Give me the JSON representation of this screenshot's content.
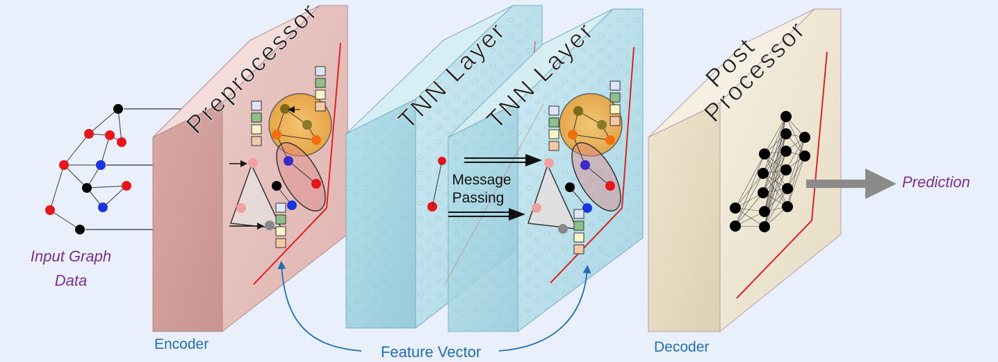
{
  "input_label": [
    "Input Graph",
    "Data"
  ],
  "blocks": {
    "preprocessor": "Preprocessor",
    "tnn1": "TNN Layer",
    "tnn2": "TNN Layer",
    "post": [
      "Post",
      "Processor"
    ]
  },
  "labels": {
    "encoder": "Encoder",
    "decoder": "Decoder",
    "feature_vector": "Feature Vector",
    "prediction": "Prediction",
    "message_passing": [
      "Message",
      "Passing"
    ]
  },
  "colors": {
    "background": "#e9f0fb",
    "encoder_face": "#e8c6c3",
    "tnn_face": "#bfe2ec",
    "decoder_face": "#efe6d2",
    "accent_purple": "#7a2e8e",
    "accent_blue": "#1f6fb0",
    "node_red": "#e8141b",
    "node_blue": "#1a35e0"
  }
}
